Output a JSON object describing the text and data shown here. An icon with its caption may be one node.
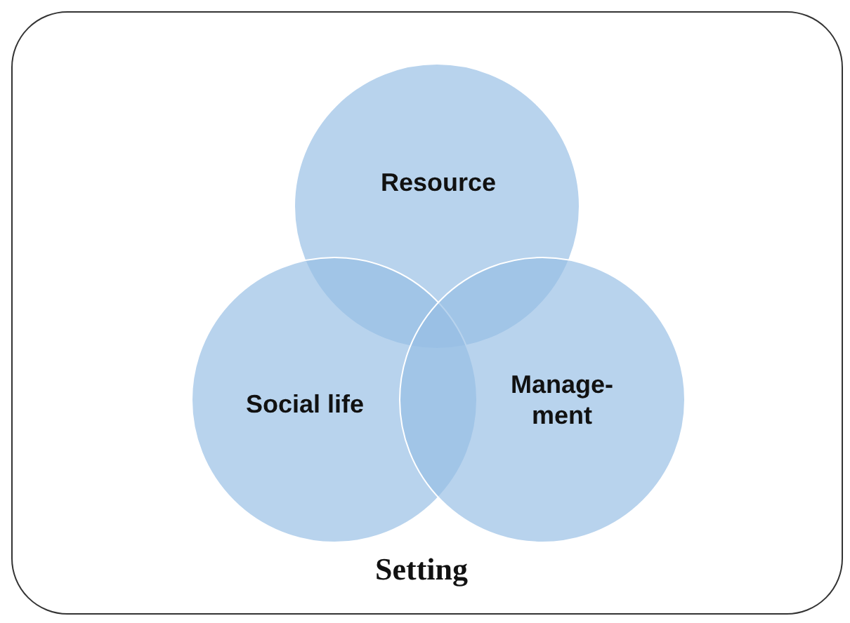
{
  "diagram": {
    "nodes": [
      {
        "text": [
          "Setting"
        ]
      },
      {
        "text": [
          "Resource"
        ],
        "in": 0
      },
      {
        "text": [
          "Social life"
        ],
        "in": 0
      },
      {
        "text": [
          "Manage- ment"
        ],
        "in": 0
      }
    ]
  }
}
